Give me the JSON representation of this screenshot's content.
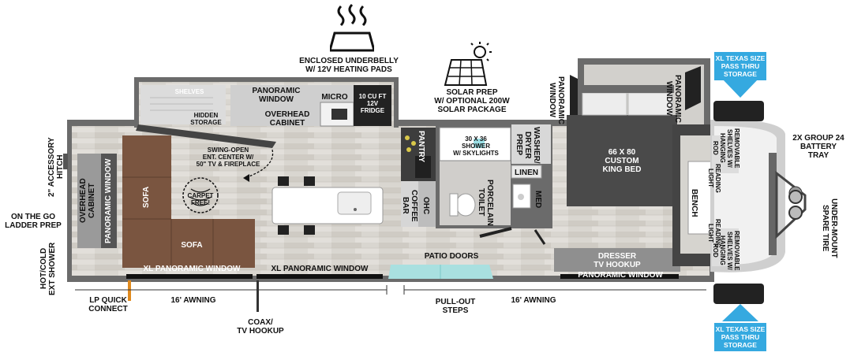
{
  "icons": [
    "heating-pads-icon",
    "solar-panel-icon",
    "carpet-free-icon",
    "tire-icon"
  ],
  "colors": {
    "floor": "#d7d4ce",
    "floor_dark": "#c3bfb8",
    "wall": "#6e6e6e",
    "sofa": "#7a5540",
    "bed": "#4a4a4a",
    "cabinet": "#8f8f8f",
    "callout": "#35a9e0",
    "patio_glass": "#a9e0e0",
    "lp": "#e08a1e"
  },
  "labels": {
    "enclosed_underbelly": "ENCLOSED UNDERBELLY\nW/ 12V HEATING PADS",
    "solar_prep": "SOLAR PREP\nW/ OPTIONAL 200W\nSOLAR PACKAGE",
    "xl_storage_top": "XL TEXAS SIZE\nPASS THRU\nSTORAGE",
    "xl_storage_bottom": "XL TEXAS SIZE\nPASS THRU\nSTORAGE",
    "battery_tray": "2X GROUP 24\nBATTERY\nTRAY",
    "spare_tire": "UNDER-MOUNT\nSPARE TIRE",
    "accessory_hitch": "2\" ACCESSORY\nHITCH",
    "ladder_prep": "ON THE GO\nLADDER PREP",
    "ext_shower": "HOT/COLD\nEXT SHOWER",
    "lp_connect": "LP QUICK\nCONNECT",
    "awning_left": "16' AWNING",
    "awning_right": "16' AWNING",
    "coax": "COAX/\nTV HOOKUP",
    "pullout_steps": "PULL-OUT\nSTEPS",
    "shelves": "SHELVES",
    "hidden_storage": "HIDDEN\nSTORAGE",
    "panoramic_window_top": "PANORAMIC\nWINDOW",
    "micro": "MICRO",
    "fridge": "10 CU FT\n12V\nFRIDGE",
    "overhead_cabinet_top": "OVERHEAD\nCABINET",
    "swing_open": "SWING-OPEN\nENT. CENTER W/\n50\" TV & FIREPLACE",
    "overhead_cabinet_left": "OVERHEAD\nCABINET",
    "panoramic_window_left": "PANORAMIC WINDOW",
    "sofa_1": "SOFA",
    "sofa_2": "SOFA",
    "carpet_free": "CARPET FREE!",
    "xl_panoramic_1": "XL PANORAMIC WINDOW",
    "xl_panoramic_2": "XL PANORAMIC WINDOW",
    "pantry": "PANTRY",
    "coffee_bar": "COFFEE\nBAR",
    "ohc": "OHC",
    "shower": "30 X 36\nSHOWER\nW/ SKYLIGHTS",
    "porcelain_toilet": "PORCELAIN\nTOILET",
    "washer_dryer": "WASHER/\nDRYER\nPREP",
    "linen": "LINEN",
    "med": "MED",
    "patio_doors": "PATIO DOORS",
    "panoramic_window_bed_left": "PANORAMIC\nWINDOW",
    "panoramic_window_bed_right": "PANORAMIC\nWINDOW",
    "king_bed": "66 X 80\nCUSTOM\nKING BED",
    "dresser": "DRESSER\nTV HOOKUP",
    "panoramic_window_bottom": "PANORAMIC WINDOW",
    "bench": "BENCH",
    "reading_light_top": "READING\nLIGHT",
    "reading_light_bottom": "READING\nLIGHT",
    "removable_shelves_top": "REMOVABLE\nSHELVES W/\nHANGING\nROD",
    "removable_shelves_bottom": "REMOVABLE\nSHELVES W/\nHANGING\nROD"
  }
}
